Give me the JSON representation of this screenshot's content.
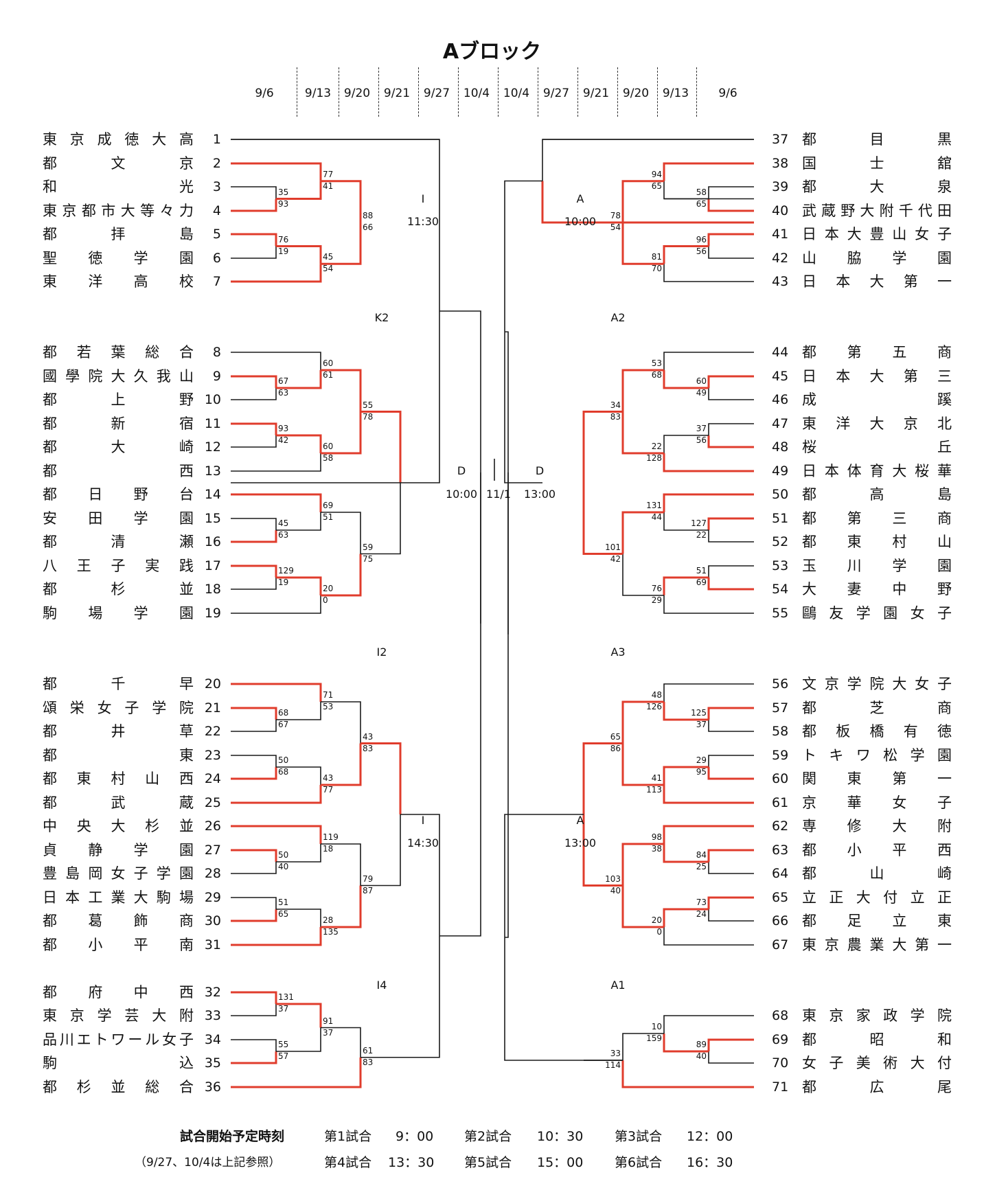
{
  "title": "Aブロック",
  "dates": [
    "9/6",
    "9/13",
    "9/20",
    "9/21",
    "9/27",
    "10/4",
    "10/4",
    "9/27",
    "9/21",
    "9/20",
    "9/13",
    "9/6"
  ],
  "left_teams": [
    "東京成徳大高",
    "都文京",
    "和光",
    "東京都市大等々力",
    "都拝島",
    "聖徳学園",
    "東洋高校",
    "都若葉総合",
    "國學院大久我山",
    "都上野",
    "都新宿",
    "都大崎",
    "都西",
    "都日野台",
    "安田学園",
    "都清瀬",
    "八王子実践",
    "都杉並",
    "駒場学園",
    "都千早",
    "頌栄女子学院",
    "都井草",
    "都東",
    "都東村山西",
    "都武蔵",
    "中央大杉並",
    "貞静学園",
    "豊島岡女子学園",
    "日本工業大駒場",
    "都葛飾商",
    "都小平南",
    "都府中西",
    "東京学芸大附",
    "品川エトワール女子",
    "駒込",
    "都杉並総合"
  ],
  "right_teams": [
    "都目黒",
    "国士舘",
    "都大泉",
    "武蔵野大附千代田",
    "日本大豊山女子",
    "山脇学園",
    "日本大第一",
    "都第五商",
    "日本大第三",
    "成蹊",
    "東洋大京北",
    "桜丘",
    "日本体育大桜華",
    "都高島",
    "都第三商",
    "都東村山",
    "玉川学園",
    "大妻中野",
    "鷗友学園女子",
    "文京学院大女子",
    "都芝商",
    "都板橋有徳",
    "トキワ松学園",
    "関東第一",
    "京華女子",
    "専修大附",
    "都小平西",
    "都山崎",
    "立正大付立正",
    "都足立東",
    "東京農業大第一",
    "東京家政学院",
    "都昭和",
    "女子美術大付",
    "都広尾"
  ],
  "scores": {
    "l1": [
      [
        "35",
        "93"
      ],
      [
        "76",
        "19"
      ],
      [
        "67",
        "63"
      ],
      [
        "93",
        "42"
      ],
      [
        "45",
        "63"
      ],
      [
        "129",
        "19"
      ],
      [
        "68",
        "67"
      ],
      [
        "50",
        "68"
      ],
      [
        "50",
        "40"
      ],
      [
        "51",
        "65"
      ],
      [
        "131",
        "37"
      ],
      [
        "55",
        "57"
      ]
    ],
    "l2": [
      [
        "77",
        "41"
      ],
      [
        "45",
        "54"
      ],
      [
        "60",
        "61"
      ],
      [
        "60",
        "58"
      ],
      [
        "69",
        "51"
      ],
      [
        "20",
        "0"
      ],
      [
        "71",
        "53"
      ],
      [
        "43",
        "77"
      ],
      [
        "119",
        "18"
      ],
      [
        "28",
        "135"
      ],
      [
        "91",
        "37"
      ]
    ],
    "l3": [
      [
        "88",
        "66"
      ],
      [
        "55",
        "78"
      ],
      [
        "59",
        "75"
      ],
      [
        "43",
        "83"
      ],
      [
        "79",
        "87"
      ],
      [
        "61",
        "83"
      ]
    ],
    "r1": [
      [
        "58",
        "65"
      ],
      [
        "96",
        "56"
      ],
      [
        "60",
        "49"
      ],
      [
        "37",
        "56"
      ],
      [
        "127",
        "22"
      ],
      [
        "51",
        "69"
      ],
      [
        "125",
        "37"
      ],
      [
        "29",
        "95"
      ],
      [
        "84",
        "25"
      ],
      [
        "73",
        "24"
      ],
      [
        "89",
        "40"
      ]
    ],
    "r2": [
      [
        "94",
        "65"
      ],
      [
        "81",
        "70"
      ],
      [
        "53",
        "68"
      ],
      [
        "22",
        "128"
      ],
      [
        "131",
        "44"
      ],
      [
        "76",
        "29"
      ],
      [
        "48",
        "126"
      ],
      [
        "41",
        "113"
      ],
      [
        "98",
        "38"
      ],
      [
        "20",
        "0"
      ],
      [
        "10",
        "159"
      ]
    ],
    "r3": [
      [
        "78",
        "54"
      ],
      [
        "34",
        "83"
      ],
      [
        "101",
        "42"
      ],
      [
        "65",
        "86"
      ],
      [
        "103",
        "40"
      ],
      [
        "33",
        "114"
      ]
    ]
  },
  "round_labels": {
    "l_i1": [
      "I",
      "11:30"
    ],
    "l_k2": "K2",
    "l_i2": "I2",
    "l_i3": [
      "I",
      "14:30"
    ],
    "l_i4": "I4",
    "r_a1": [
      "A",
      "10:00"
    ],
    "r_a2": "A2",
    "r_a3": "A3",
    "r_a4": [
      "A",
      "13:00"
    ],
    "r_a5": "A1",
    "final_l": [
      "D",
      "10:00"
    ],
    "final_date": "11/1",
    "final_r": [
      "D",
      "13:00"
    ]
  },
  "schedule": {
    "heading": "試合開始予定時刻",
    "note": "（9/27、10/4は上記参照）",
    "games": [
      {
        "label": "第1試合",
        "time": "9：00"
      },
      {
        "label": "第2試合",
        "time": "10：30"
      },
      {
        "label": "第3試合",
        "time": "12：00"
      },
      {
        "label": "第4試合",
        "time": "13：30"
      },
      {
        "label": "第5試合",
        "time": "15：00"
      },
      {
        "label": "第6試合",
        "time": "16：30"
      }
    ]
  },
  "colors": {
    "line": "#1a1a1a",
    "winner": "#e03c2c"
  }
}
